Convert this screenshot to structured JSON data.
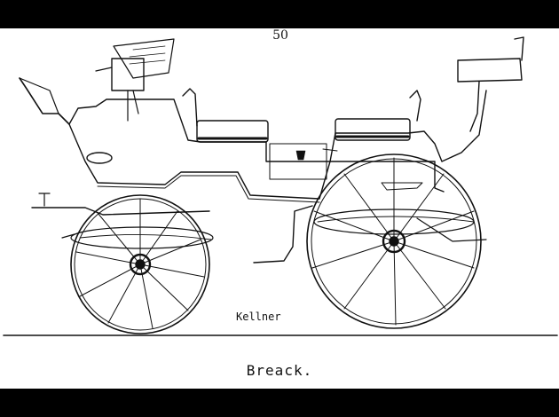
{
  "page": {
    "number": "50",
    "maker_signature": "Kellner",
    "caption": "Breack."
  },
  "illustration": {
    "subject": "carriage-engraving",
    "colors": {
      "ink": "#111111",
      "paper": "#ffffff",
      "border": "#000000"
    }
  }
}
